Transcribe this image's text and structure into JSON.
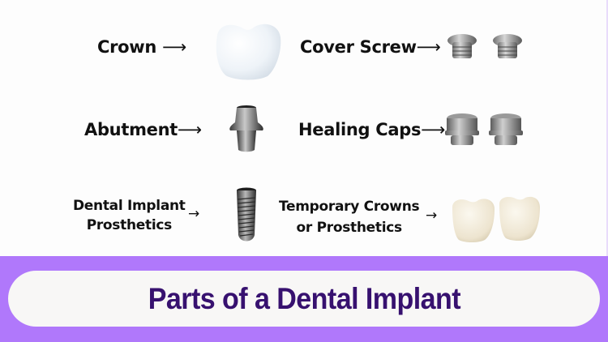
{
  "title": "Parts of a Dental Implant",
  "colors": {
    "band": "#b078fb",
    "pill": "#f8f7f6",
    "title_text": "#37116f",
    "label_text": "#111111"
  },
  "parts": [
    {
      "label": "Crown",
      "arrow": "⟶",
      "icon": "crown-tooth-image",
      "column": "left"
    },
    {
      "label": "Cover Screw",
      "arrow": "⟶",
      "icon": "cover-screw-image",
      "column": "right"
    },
    {
      "label": "Abutment",
      "arrow": "⟶",
      "icon": "abutment-image",
      "column": "left"
    },
    {
      "label": "Healing Caps",
      "arrow": "⟶",
      "icon": "healing-caps-image",
      "column": "right"
    },
    {
      "label_line1": "Dental Implant",
      "label_line2": "Prosthetics",
      "arrow": "→",
      "icon": "implant-screw-image",
      "column": "left"
    },
    {
      "label_line1": "Temporary Crowns",
      "label_line2": "or Prosthetics",
      "arrow": "→",
      "icon": "temporary-crowns-image",
      "column": "right"
    }
  ]
}
